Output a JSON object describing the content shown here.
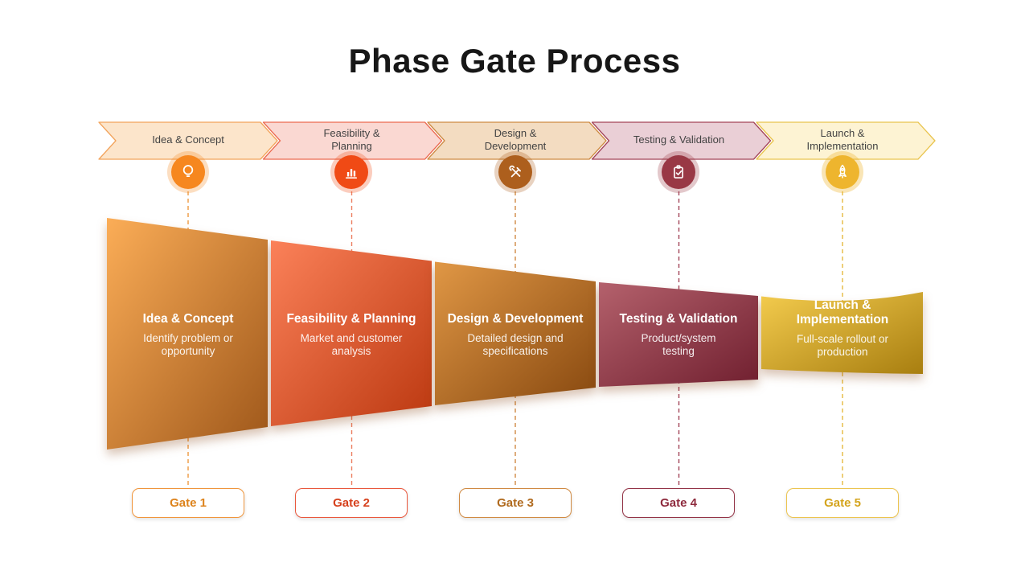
{
  "title": "Phase Gate Process",
  "phases": [
    {
      "banner_label": "Idea & Concept",
      "icon": "lightbulb-icon",
      "funnel_title": "Idea & Concept",
      "funnel_description": "Identify problem or opportunity",
      "gate_label": "Gate 1",
      "colors": {
        "accent": "#F6871F",
        "banner_fill": "#FCE5CB",
        "banner_border": "#F2A35B",
        "funnel_gradient": [
          "#FBAD57",
          "#9E571A"
        ],
        "gate_text": "#DD831C"
      }
    },
    {
      "banner_label": "Feasibility & Planning",
      "icon": "bar-chart-icon",
      "funnel_title": "Feasibility & Planning",
      "funnel_description": "Market and customer analysis",
      "gate_label": "Gate 2",
      "colors": {
        "accent": "#F04A15",
        "banner_fill": "#FAD8D2",
        "banner_border": "#EC6A50",
        "funnel_gradient": [
          "#FB8159",
          "#BB3810"
        ],
        "gate_text": "#D6401C"
      }
    },
    {
      "banner_label": "Design & Development",
      "icon": "crossed-tools-icon",
      "funnel_title": "Design & Development",
      "funnel_description": "Detailed design and specifications",
      "gate_label": "Gate 3",
      "colors": {
        "accent": "#AD5F1D",
        "banner_fill": "#F3DCC1",
        "banner_border": "#CD8A42",
        "funnel_gradient": [
          "#E09745",
          "#87480F"
        ],
        "gate_text": "#B06A1E"
      }
    },
    {
      "banner_label": "Testing & Validation",
      "icon": "clipboard-check-icon",
      "funnel_title": "Testing & Validation",
      "funnel_description": "Product/system testing",
      "gate_label": "Gate 4",
      "colors": {
        "accent": "#993845",
        "banner_fill": "#EACFD6",
        "banner_border": "#A34458",
        "funnel_gradient": [
          "#B4616C",
          "#701F2F"
        ],
        "gate_text": "#8E2B3E"
      }
    },
    {
      "banner_label": "Launch & Implementation",
      "icon": "rocket-icon",
      "funnel_title": "Launch & Implementation",
      "funnel_description": "Full-scale rollout or production",
      "gate_label": "Gate 5",
      "colors": {
        "accent": "#EEB52E",
        "banner_fill": "#FDF3D3",
        "banner_border": "#E9C44E",
        "funnel_gradient": [
          "#F4CC4E",
          "#A87E10"
        ],
        "gate_text": "#D4A41E"
      }
    }
  ]
}
